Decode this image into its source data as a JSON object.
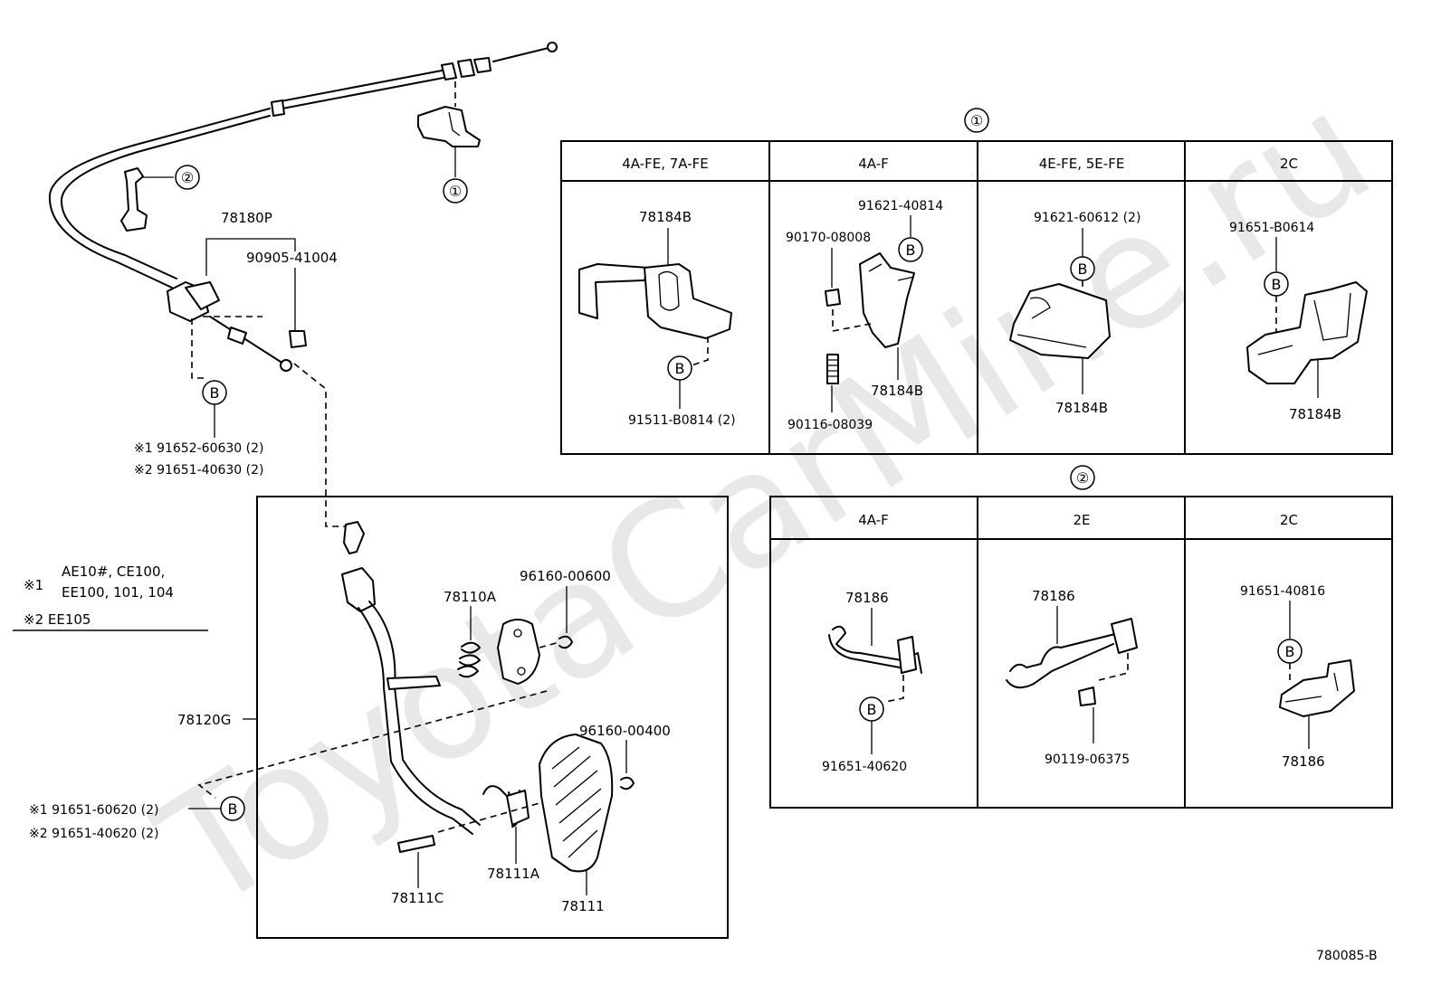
{
  "watermark": "ToyotaCarMine.ru",
  "diagram_code": "780085-B",
  "circle_labels": {
    "one": "①",
    "two": "②",
    "b": "B"
  },
  "main": {
    "cable_assy": "78180P",
    "bolt": "90905-41004",
    "note_b_1": "※1 91652-60630 (2)",
    "note_b_2": "※2 91651-40630 (2)",
    "legend_1_mark": "※1",
    "legend_1_line1": "AE10#, CE100,",
    "legend_1_line2": "EE100, 101, 104",
    "legend_2": "※2 EE105",
    "pedal_lever": "78120G",
    "spring_top": "78110A",
    "clip_top": "96160-00600",
    "clip_bottom": "96160-00400",
    "note_b2_1": "※1 91651-60620 (2)",
    "note_b2_2": "※2 91651-40620 (2)",
    "pin": "78111C",
    "spring_bottom": "78111A",
    "pedal_pad": "78111"
  },
  "table1": {
    "headers": [
      "4A-FE, 7A-FE",
      "4A-F",
      "4E-FE, 5E-FE",
      "2C"
    ],
    "c1_top": "78184B",
    "c1_bottom": "91511-B0814 (2)",
    "c2_bolt": "91621-40814",
    "c2_nut": "90170-08008",
    "c2_part": "78184B",
    "c2_stud": "90116-08039",
    "c3_bolt": "91621-60612 (2)",
    "c3_part": "78184B",
    "c4_bolt": "91651-B0614",
    "c4_part": "78184B"
  },
  "table2": {
    "headers": [
      "4A-F",
      "2E",
      "2C"
    ],
    "c1_part": "78186",
    "c1_bolt": "91651-40620",
    "c2_part": "78186",
    "c2_bolt": "90119-06375",
    "c3_bolt": "91651-40816",
    "c3_part": "78186"
  }
}
